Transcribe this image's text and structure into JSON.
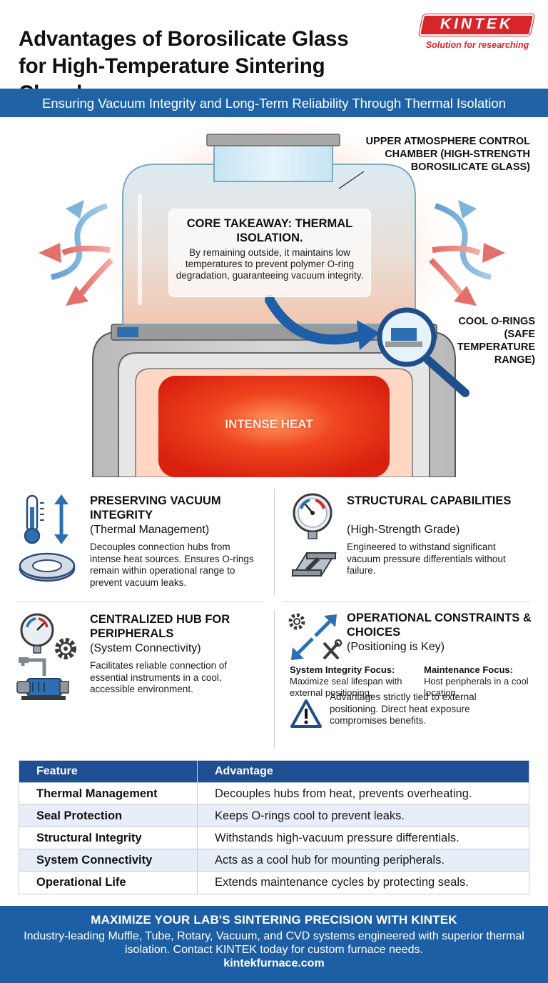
{
  "header": {
    "title_line1": "Advantages of Borosilicate Glass",
    "title_line2": "for High-Temperature Sintering Chambers",
    "logo_text": "KINTEK",
    "logo_tagline": "Solution for researching"
  },
  "subtitle": "Ensuring Vacuum Integrity and Long-Term Reliability Through Thermal Isolation",
  "hero": {
    "chamber_label": "UPPER ATMOSPHERE CONTROL CHAMBER (HIGH-STRENGTH BOROSILICATE GLASS)",
    "takeaway_title": "CORE TAKEAWAY: THERMAL ISOLATION.",
    "takeaway_body": "By remaining outside, it maintains low temperatures to prevent polymer O-ring degradation, guaranteeing vacuum integrity.",
    "cool_label": "COOL O-RINGS (SAFE TEMPERATURE RANGE)",
    "heat_label": "INTENSE HEAT"
  },
  "features": [
    {
      "title": "PRESERVING VACUUM INTEGRITY",
      "subtitle": "(Thermal Management)",
      "body": "Decouples connection hubs from intense heat sources. Ensures O-rings remain within operational range to prevent vacuum leaks.",
      "icons": [
        "thermometer-icon",
        "double-arrow-icon",
        "o-ring-icon"
      ]
    },
    {
      "title": "STRUCTURAL CAPABILITIES",
      "subtitle": "(High-Strength Grade)",
      "body": "Engineered to withstand significant vacuum pressure differentials without failure.",
      "icons": [
        "pressure-gauge-icon",
        "steel-beam-icon"
      ]
    },
    {
      "title": "CENTRALIZED HUB FOR PERIPHERALS",
      "subtitle": "(System Connectivity)",
      "body": "Facilitates reliable connection of essential instruments in a cool, accessible environment.",
      "icons": [
        "pressure-gauge-icon",
        "gear-icon",
        "vacuum-pump-icon"
      ]
    },
    {
      "title": "OPERATIONAL CONSTRAINTS & CHOICES",
      "subtitle": "(Positioning is Key)",
      "columns": [
        {
          "heading": "System Integrity Focus:",
          "body": "Maximize seal lifespan with external positioning."
        },
        {
          "heading": "Maintenance Focus:",
          "body": "Host peripherals in a cool location."
        }
      ],
      "warning": "Advantages strictly tied to external positioning. Direct heat exposure compromises benefits.",
      "icons": [
        "gear-icon",
        "diagonal-arrows-icon",
        "tools-icon",
        "warning-icon"
      ]
    }
  ],
  "table": {
    "headers": [
      "Feature",
      "Advantage"
    ],
    "rows": [
      [
        "Thermal Management",
        "Decouples hubs from heat, prevents overheating."
      ],
      [
        "Seal Protection",
        "Keeps O-rings cool to prevent leaks."
      ],
      [
        "Structural Integrity",
        "Withstands high-vacuum pressure differentials."
      ],
      [
        "System Connectivity",
        "Acts as a cool hub for mounting peripherals."
      ],
      [
        "Operational Life",
        "Extends maintenance cycles by protecting seals."
      ]
    ]
  },
  "footer": {
    "title": "MAXIMIZE YOUR LAB'S SINTERING PRECISION WITH KINTEK",
    "body": "Industry-leading Muffle, Tube, Rotary, Vacuum, and CVD systems engineered with superior thermal isolation. Contact KINTEK today for custom furnace needs.",
    "url": "kintekfurnace.com"
  },
  "colors": {
    "brand_red": "#d7262b",
    "primary_blue": "#1f63a6",
    "table_header": "#1e4f92",
    "heat_red": "#e8321e",
    "glass_blue": "#cfe8f5"
  }
}
